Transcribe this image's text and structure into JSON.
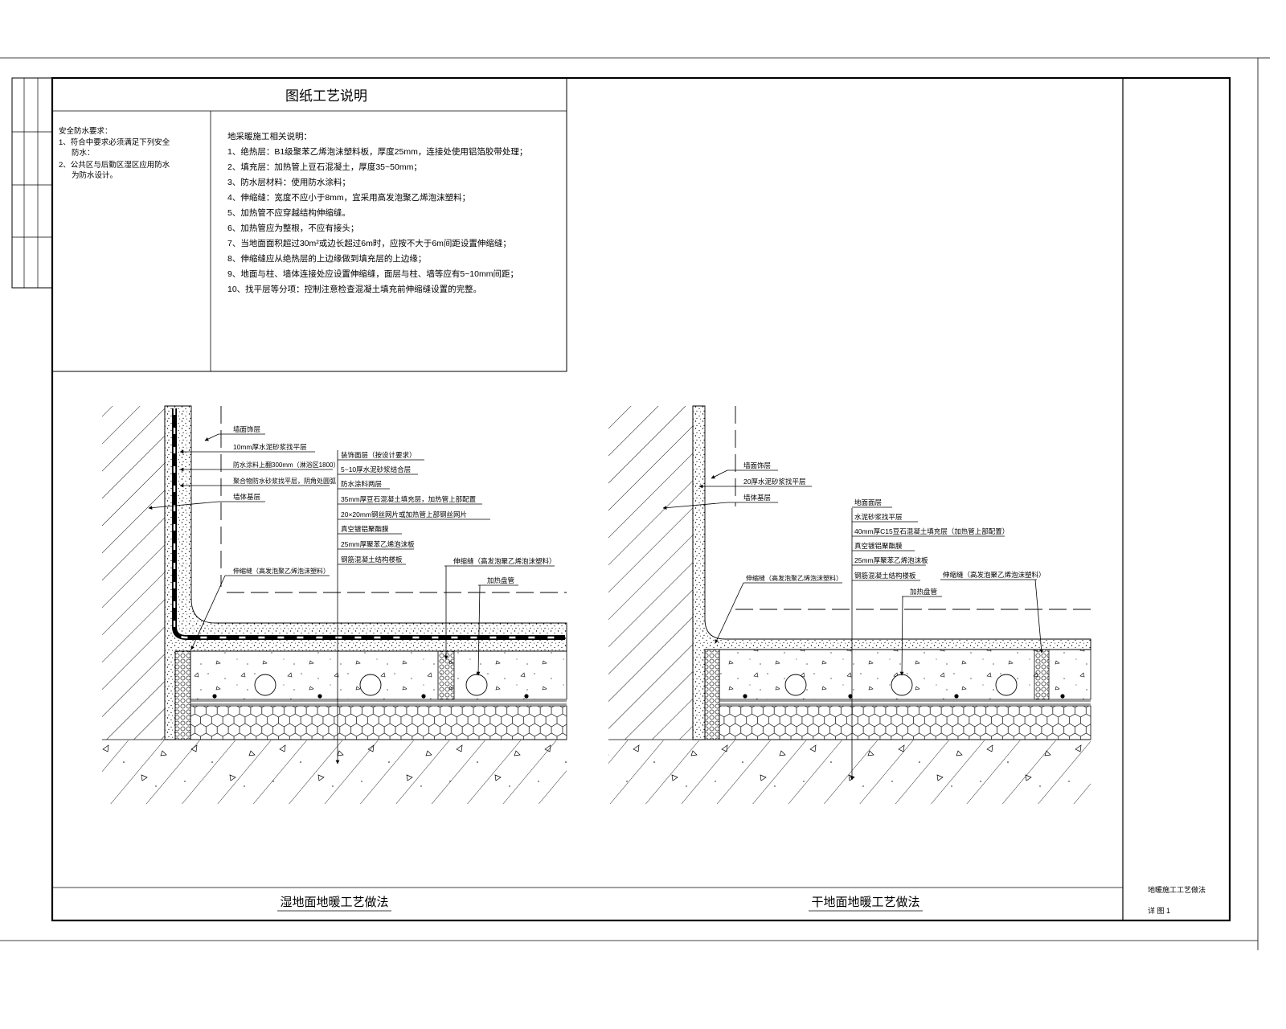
{
  "sheet": {
    "notes_title": "图纸工艺说明",
    "drawing_name": "地暖施工工艺做法",
    "drawing_no": "详 图 1"
  },
  "safety_notes": [
    "安全防水要求：",
    "1、符合中要求必须满足下列安全",
    "防水：",
    "2、公共区与后勤区湿区应用防水",
    "为防水设计。"
  ],
  "heating_notes": {
    "heading": "地采暖施工相关说明：",
    "items": [
      "1、绝热层：B1级聚苯乙烯泡沫塑料板，厚度25mm，连接处使用铝箔胶带处理；",
      "2、填充层：加热管上豆石混凝土，厚度35~50mm；",
      "3、防水层材料：使用防水涂料；",
      "4、伸缩缝：宽度不应小于8mm，宜采用高发泡聚乙烯泡沫塑料；",
      "5、加热管不应穿越结构伸缩缝。",
      "6、加热管应为整根，不应有接头；",
      "7、当地面面积超过30m²或边长超过6m时，应按不大于6m间距设置伸缩缝；",
      "8、伸缩缝应从绝热层的上边缘做到填充层的上边缘；",
      "9、地面与柱、墙体连接处应设置伸缩缝，面层与柱、墙等应有5~10mm间距；",
      "10、找平层等分项：控制注意检查混凝土填充前伸缩缝设置的完整。"
    ]
  },
  "wet_detail": {
    "title": "湿地面地暖工艺做法",
    "wall_labels": [
      "墙面饰层",
      "10mm厚水泥砂浆找平层",
      "防水涂料上翻300mm（淋浴区1800）",
      "聚合物防水砂浆找平层，阴角处圆弧",
      "墙体基层"
    ],
    "floor_labels": [
      "装饰面层（按设计要求）",
      "5~10厚水泥砂浆结合层",
      "防水涂料两层",
      "35mm厚豆石混凝土填充层，加热管上部配置",
      "20×20mm钢丝网片或加热管上部钢丝网片",
      "真空镀铝聚酯膜",
      "25mm厚聚苯乙烯泡沫板",
      "钢筋混凝土结构楼板"
    ],
    "corner_label": "伸缩缝（高发泡聚乙烯泡沫塑料）",
    "joint_label": "伸缩缝（高发泡聚乙烯泡沫塑料）",
    "pipe_label": "加热盘管"
  },
  "dry_detail": {
    "title": "干地面地暖工艺做法",
    "wall_labels": [
      "墙面饰层",
      "20厚水泥砂浆找平层",
      "墙体基层"
    ],
    "floor_labels": [
      "地面面层",
      "水泥砂浆找平层",
      "40mm厚C15豆石混凝土填充层（加热管上部配置）",
      "真空镀铝聚酯膜",
      "25mm厚聚苯乙烯泡沫板",
      "钢筋混凝土结构楼板"
    ],
    "corner_label": "伸缩缝（高发泡聚乙烯泡沫塑料）",
    "joint_label": "伸缩缝（高发泡聚乙烯泡沫塑料）",
    "pipe_label": "加热盘管"
  }
}
